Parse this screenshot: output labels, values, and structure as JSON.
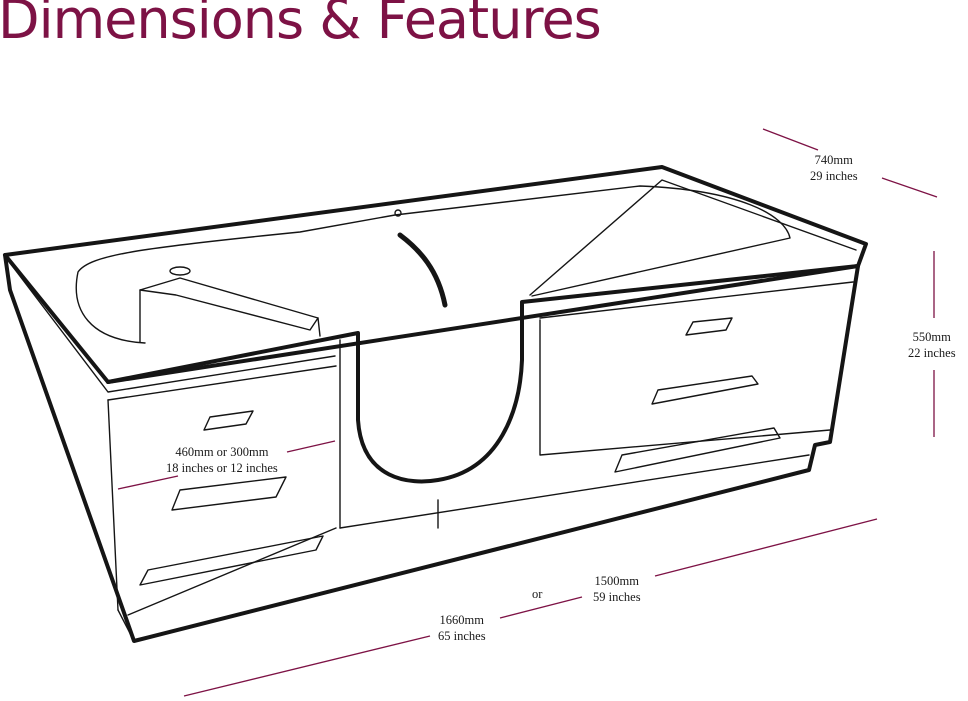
{
  "title": "Dimensions & Features",
  "accent_color": "#7d1245",
  "dimensions": {
    "depth": {
      "mm": "740mm",
      "inches": "29 inches"
    },
    "height": {
      "mm": "550mm",
      "inches": "22 inches"
    },
    "step": {
      "mm": "460mm or 300mm",
      "inches": "18 inches or 12 inches"
    },
    "length_long": {
      "mm": "1660mm",
      "inches": "65 inches"
    },
    "length_short": {
      "mm": "1500mm",
      "inches": "59 inches"
    },
    "or_text": "or"
  }
}
